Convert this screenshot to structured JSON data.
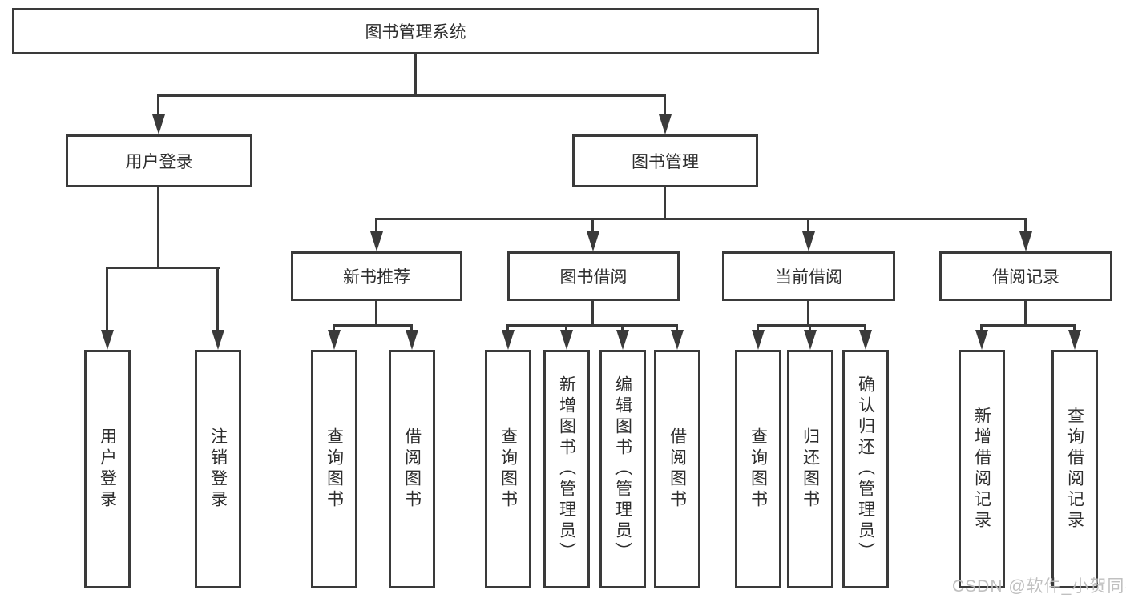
{
  "diagram": {
    "type": "hierarchy-tree",
    "root": {
      "label": "图书管理系统"
    },
    "branches": [
      {
        "label": "用户登录",
        "children": [
          "用户登录",
          "注销登录"
        ]
      },
      {
        "label": "图书管理",
        "children": [
          {
            "label": "新书推荐",
            "children": [
              "查询图书",
              "借阅图书"
            ]
          },
          {
            "label": "图书借阅",
            "children": [
              "查询图书",
              "新增图书（管理员）",
              "编辑图书（管理员）",
              "借阅图书"
            ]
          },
          {
            "label": "当前借阅",
            "children": [
              "查询图书",
              "归还图书",
              "确认归还（管理员）"
            ]
          },
          {
            "label": "借阅记录",
            "children": [
              "新增借阅记录",
              "查询借阅记录"
            ]
          }
        ]
      }
    ]
  },
  "watermark": {
    "text": "CSDN @软件_小贺同学"
  },
  "colors": {
    "line": "#3a3a3a",
    "text": "#2e2e2e",
    "watermark": "#bbbbbb",
    "background": "#ffffff"
  }
}
